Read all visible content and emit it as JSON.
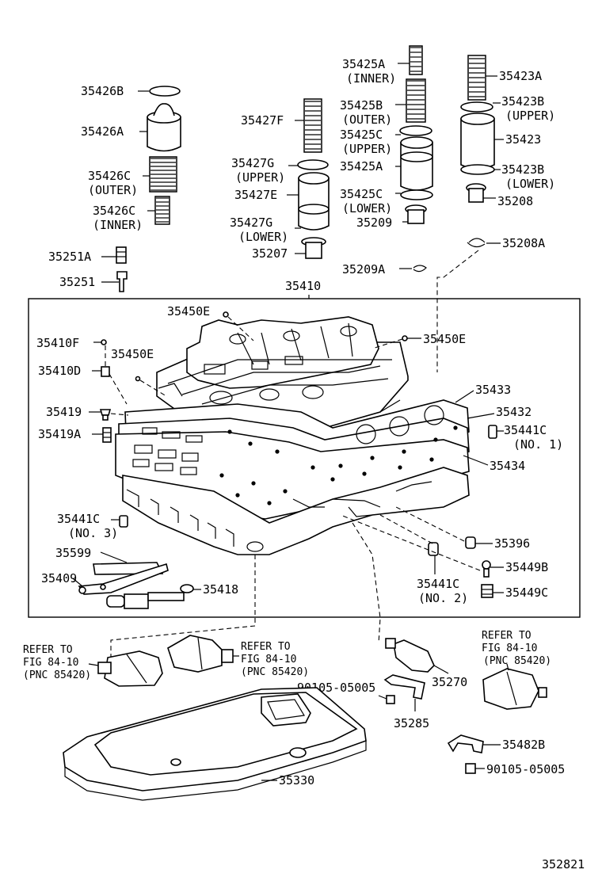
{
  "diagram_id": "352821",
  "main_assembly": "35410",
  "refer_to": {
    "line1": "REFER TO",
    "line2": "FIG 84-10",
    "line3": "(PNC 85420)"
  },
  "labels": {
    "p35426B": "35426B",
    "p35426A": "35426A",
    "p35426C_outer": "35426C",
    "outer": "(OUTER)",
    "p35426C_inner": "35426C",
    "inner": "(INNER)",
    "p35251A": "35251A",
    "p35251": "35251",
    "p35427F": "35427F",
    "p35427G_upper": "35427G",
    "upper": "(UPPER)",
    "p35427E": "35427E",
    "p35427G_lower": "35427G",
    "lower": "(LOWER)",
    "p35207": "35207",
    "p35425A_inner": "35425A",
    "p35425B": "35425B",
    "p35425C_upper": "35425C",
    "p35425A": "35425A",
    "p35425C_lower": "35425C",
    "p35209": "35209",
    "p35423A": "35423A",
    "p35423B_upper": "35423B",
    "p35423": "35423",
    "p35423B_lower": "35423B",
    "p35208": "35208",
    "p35208A": "35208A",
    "p35209A": "35209A",
    "p35450E_top": "35450E",
    "p35450E_right": "35450E",
    "p35450E_left": "35450E",
    "p35410F": "35410F",
    "p35410D": "35410D",
    "p35419": "35419",
    "p35419A": "35419A",
    "p35433": "35433",
    "p35432": "35432",
    "p35441C_no1": "35441C",
    "no1": "(NO. 1)",
    "p35434": "35434",
    "p35441C_no3": "35441C",
    "no3": "(NO. 3)",
    "p35599": "35599",
    "p35409": "35409",
    "p35418": "35418",
    "p35396": "35396",
    "p35449B": "35449B",
    "p35441C_no2": "35441C",
    "no2": "(NO. 2)",
    "p35449C": "35449C",
    "p35270": "35270",
    "bolt_a": "90105-05005",
    "p35285": "35285",
    "p35482B": "35482B",
    "bolt_b": "90105-05005",
    "p35330": "35330"
  }
}
